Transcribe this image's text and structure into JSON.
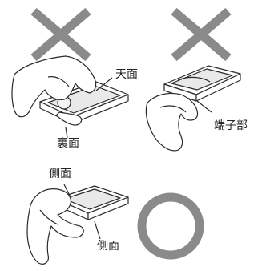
{
  "labels": {
    "top_face": "天面",
    "bottom_face": "裏面",
    "terminal": "端子部",
    "side_upper": "側面",
    "side_lower": "側面"
  },
  "marks": {
    "wrong_1": "cross",
    "wrong_2": "cross",
    "correct": "circle"
  },
  "colors": {
    "mark": "#8a8a8a",
    "line": "#2a2a2a"
  }
}
